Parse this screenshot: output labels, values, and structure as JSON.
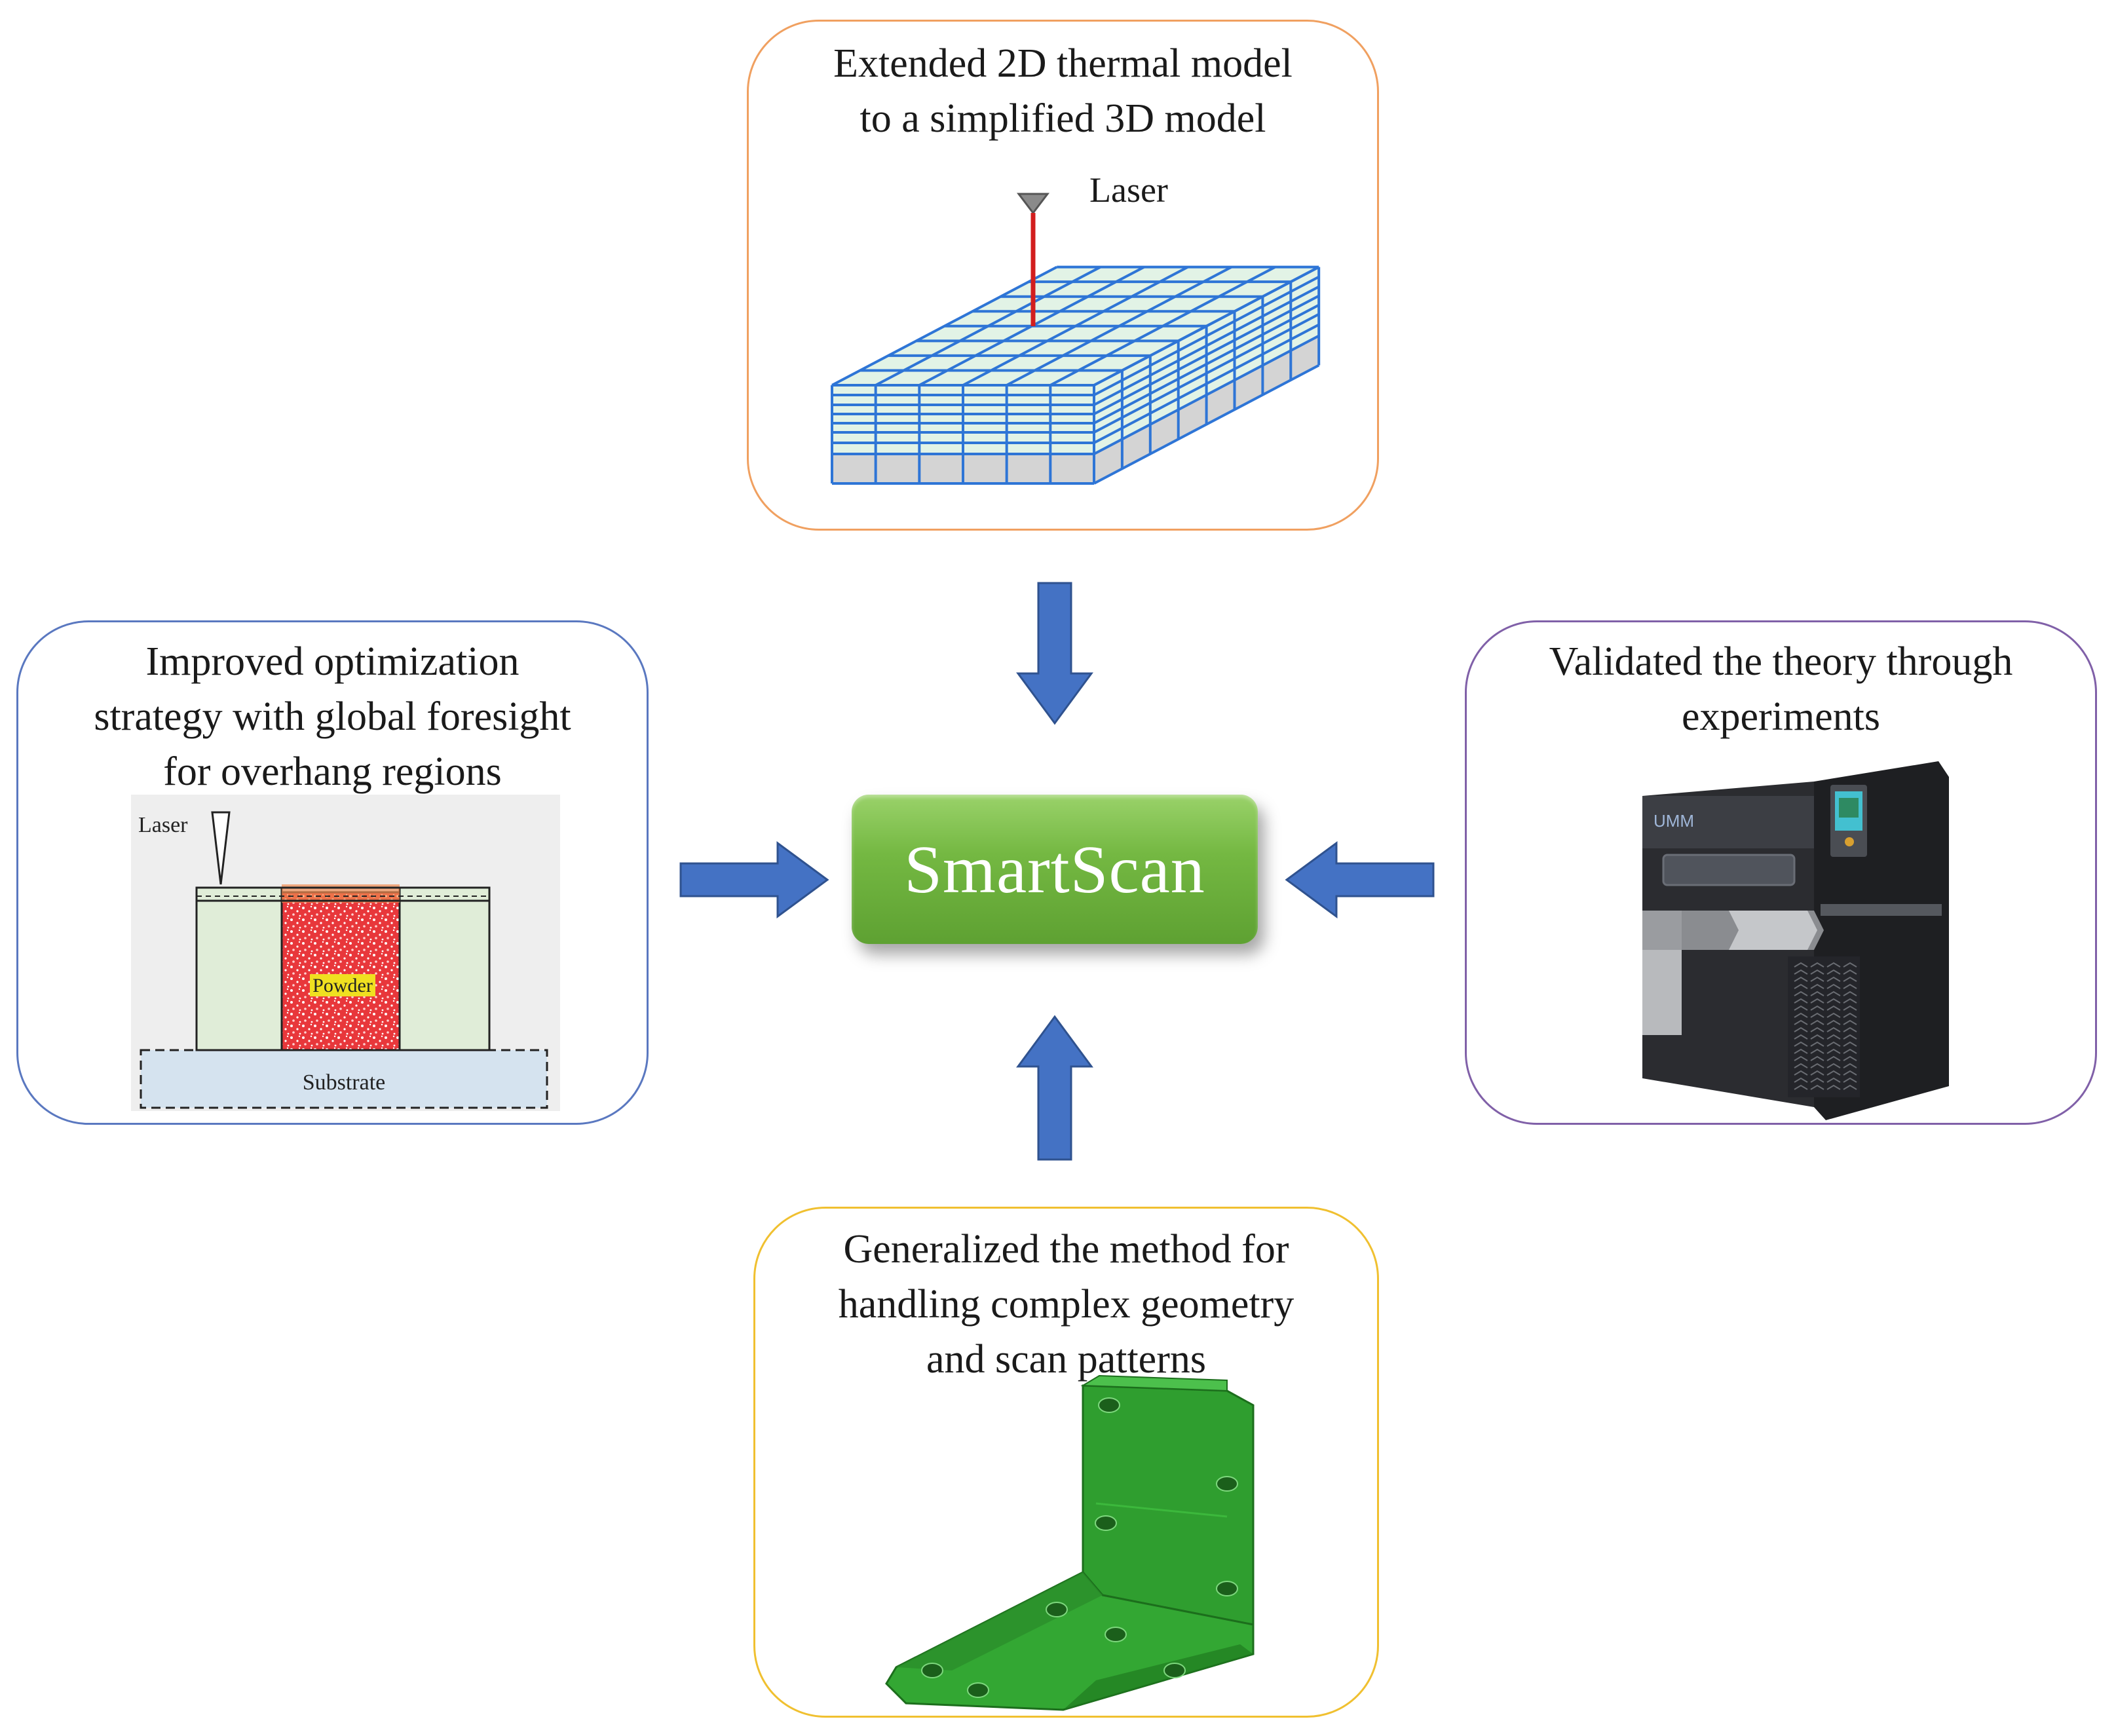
{
  "panels": {
    "top": {
      "title": "Extended 2D thermal model\nto a simplified 3D model",
      "laser_label": "Laser",
      "border_color": "#f0a060"
    },
    "left": {
      "title": "Improved optimization\nstrategy with global foresight\nfor overhang regions",
      "laser_label": "Laser",
      "powder_label": "Powder",
      "substrate_label": "Substrate",
      "border_color": "#5a78c0"
    },
    "right": {
      "title": "Validated the theory through\nexperiments",
      "border_color": "#8060a8"
    },
    "bottom": {
      "title": "Generalized the method for\nhandling complex geometry\nand scan patterns",
      "border_color": "#f0c030"
    }
  },
  "center": {
    "label": "SmartScan",
    "color": "#6ab23c"
  },
  "colors": {
    "arrow": "#4472c4",
    "arrow_stroke": "#2f528f",
    "grid_line": "#2e75d6",
    "grid_fill": "#e2f3e6",
    "laser_beam": "#d21e1e",
    "powder": "#e02828",
    "part_green": "#2fa82f"
  }
}
